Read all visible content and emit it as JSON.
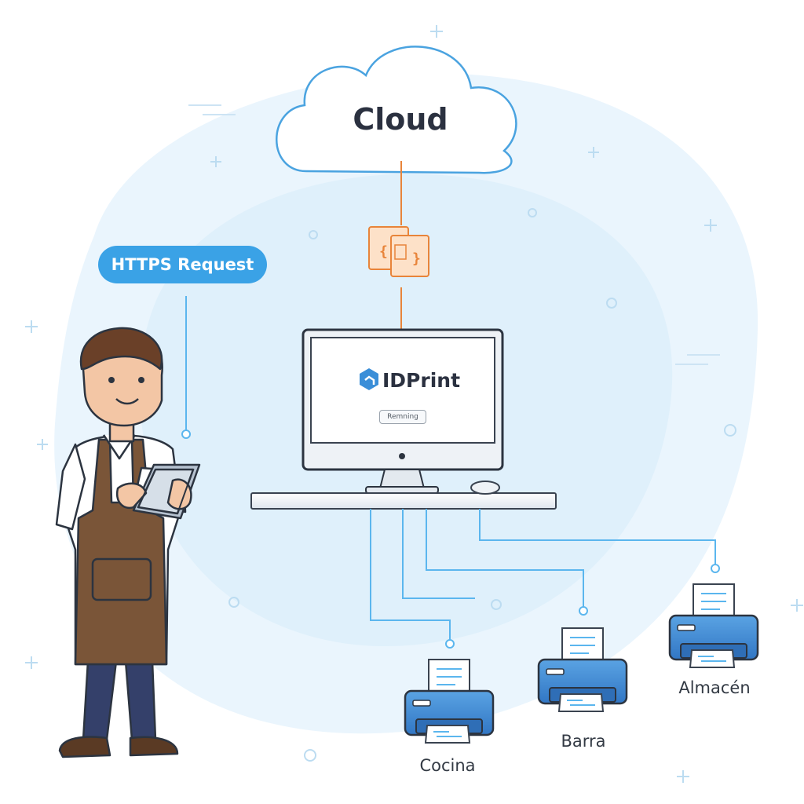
{
  "cloud": {
    "label": "Cloud"
  },
  "request": {
    "label": "HTTPS Request"
  },
  "computer": {
    "app_name": "IDPrint",
    "status": "Remning"
  },
  "printers": [
    {
      "label": "Cocina"
    },
    {
      "label": "Barra"
    },
    {
      "label": "Almacén"
    }
  ],
  "colors": {
    "accent": "#3aa2e6",
    "connector_orange": "#e8843a",
    "connector_blue": "#5bb6ee",
    "printer_blue": "#3b86cf",
    "cloud_stroke": "#4aa3e0",
    "apron": "#7a5538"
  },
  "icons": [
    "cloud-icon",
    "code-document-icon",
    "idprint-logo-icon",
    "tablet-icon",
    "printer-icon",
    "receipt-icon"
  ]
}
